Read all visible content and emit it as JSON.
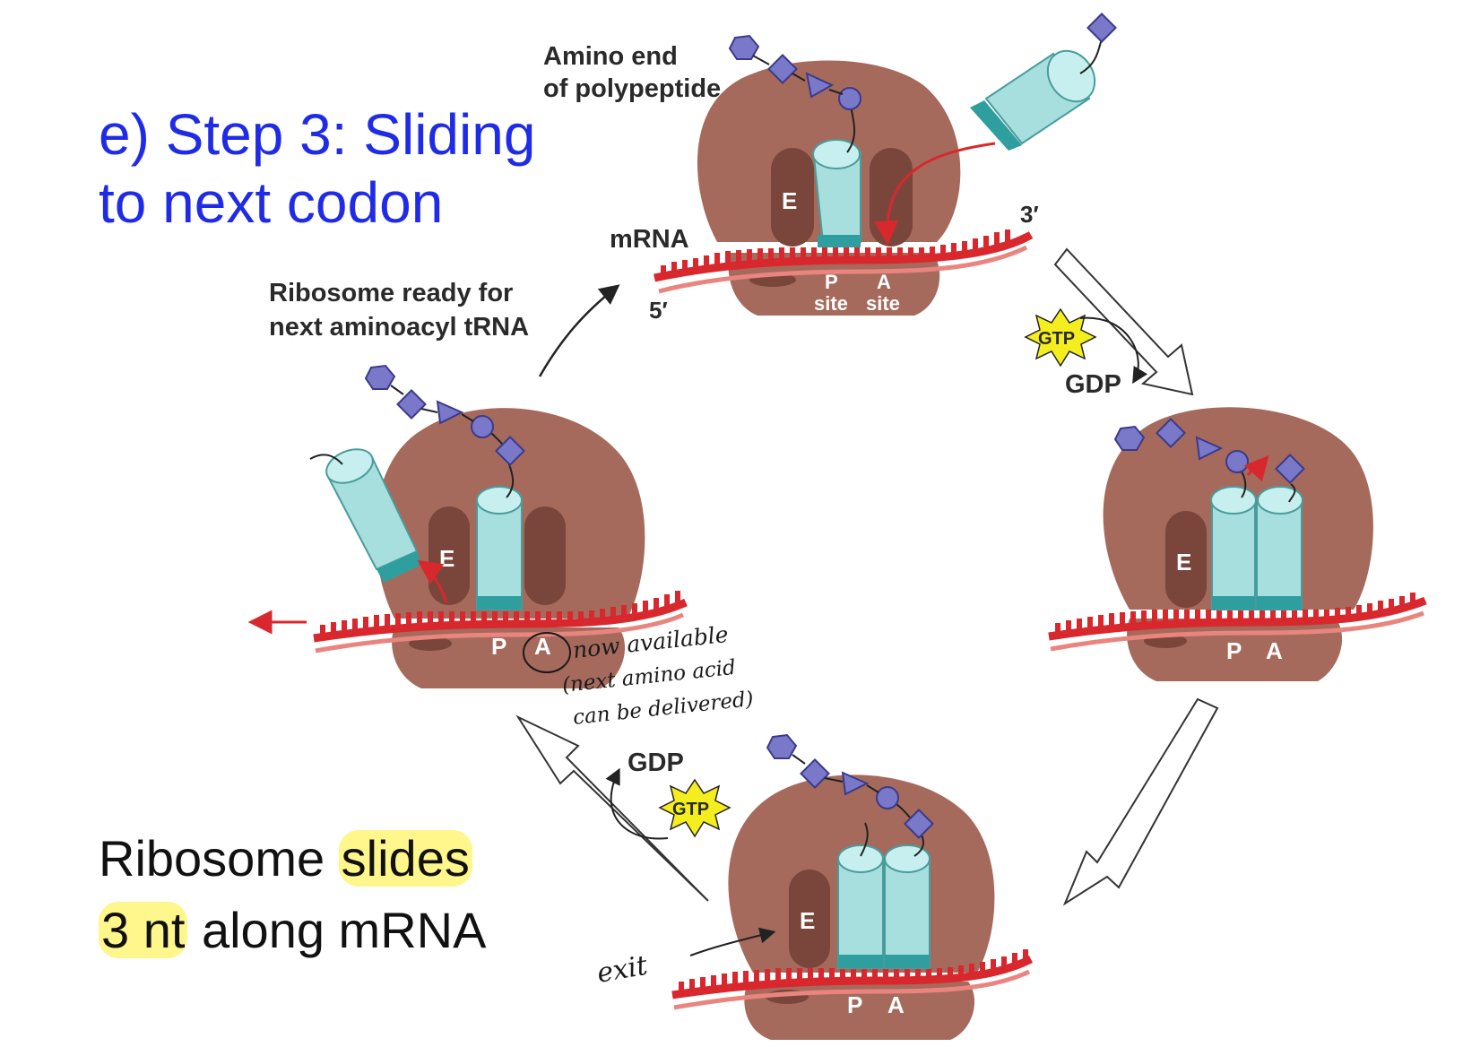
{
  "title": {
    "line1": "e) Step 3: Sliding",
    "line2": "to next codon"
  },
  "summary": {
    "line1_plain": "Ribosome ",
    "line1_highlight": "slides",
    "line2_highlight": "3 nt",
    "line2_plain": " along mRNA"
  },
  "labels": {
    "amino_end_line1": "Amino end",
    "amino_end_line2": "of polypeptide",
    "mrna": "mRNA",
    "three_prime": "3′",
    "five_prime": "5′",
    "p_site_letter": "P",
    "a_site_letter": "A",
    "site_word": "site",
    "e_site": "E",
    "p": "P",
    "a": "A",
    "ready_line1": "Ribosome ready for",
    "ready_line2": "next aminoacyl tRNA",
    "gtp": "GTP",
    "gdp": "GDP"
  },
  "annotations": {
    "now_available": "now available",
    "next_amino_acid": "(next amino acid",
    "can_be_delivered": "can be delivered)",
    "exit": "exit"
  },
  "colors": {
    "title_blue": "#1f2be6",
    "ribosome": "#a56a5c",
    "ribosome_dark": "#7a463b",
    "trna": "#a7dede",
    "mrna_red": "#d8282e",
    "amino_acid": "#7a78c9",
    "gtp_star": "#f5ee1e",
    "highlight": "#fff578"
  }
}
